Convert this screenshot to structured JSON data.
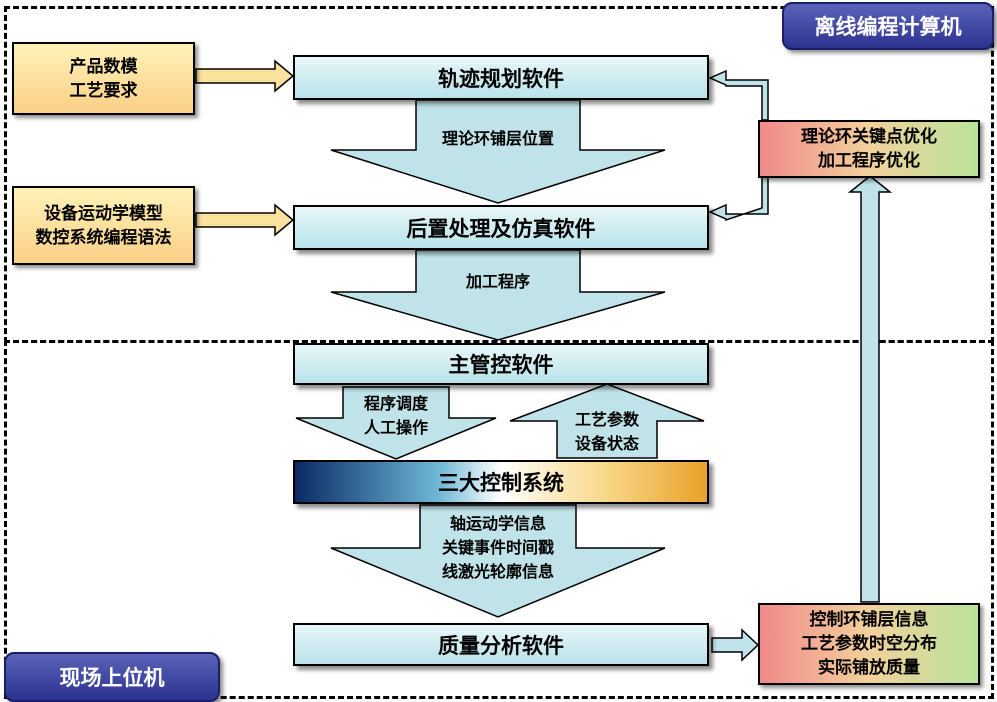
{
  "regions": {
    "offline_label": "离线编程计算机",
    "onsite_label": "现场上位机"
  },
  "inputs": {
    "input1": [
      "产品数模",
      "工艺要求"
    ],
    "input2": [
      "设备运动学模型",
      "数控系统编程语法"
    ]
  },
  "boxes": {
    "trajectory": "轨迹规划软件",
    "postprocess": "后置处理及仿真软件",
    "master": "主管控软件",
    "control": "三大控制系统",
    "quality": "质量分析软件"
  },
  "flows": {
    "layer_position": "理论环铺层位置",
    "program": "加工程序",
    "down": [
      "程序调度",
      "人工操作"
    ],
    "up": [
      "工艺参数",
      "设备状态"
    ],
    "sensor": [
      "轴运动学信息",
      "关键事件时间戳",
      "线激光轮廓信息"
    ]
  },
  "optimization": [
    "理论环关键点优化",
    "加工程序优化"
  ],
  "quality_output": [
    "控制环铺层信息",
    "工艺参数时空分布",
    "实际铺放质量"
  ],
  "colors": {
    "box_fill": "#c4e8ee",
    "arrow_fill": "#bfe3e8",
    "input_fill": "#fbd98e",
    "tag_fill": "#3a44a8"
  }
}
